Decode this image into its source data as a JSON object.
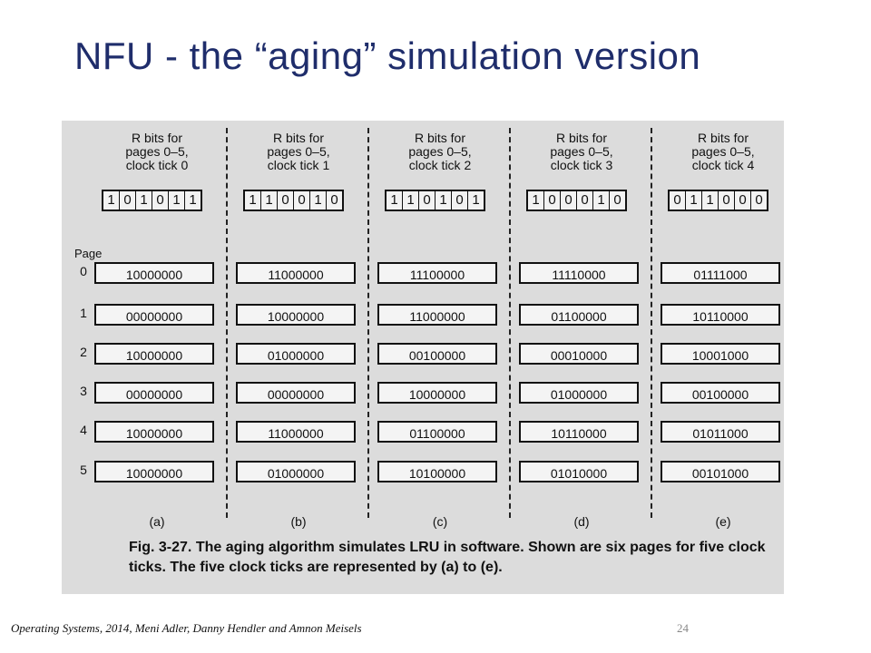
{
  "slide": {
    "title": "NFU - the “aging” simulation version",
    "footer": "Operating Systems, 2014, Meni Adler, Danny Hendler and Amnon Meisels",
    "page_number": "24"
  },
  "figure": {
    "page_header": "Page",
    "page_numbers": [
      "0",
      "1",
      "2",
      "3",
      "4",
      "5"
    ],
    "columns": [
      {
        "head": [
          "R bits for",
          "pages 0–5,",
          "clock tick 0"
        ],
        "rbits": [
          "1",
          "0",
          "1",
          "0",
          "1",
          "1"
        ],
        "counters": [
          "10000000",
          "00000000",
          "10000000",
          "00000000",
          "10000000",
          "10000000"
        ],
        "letter": "(a)"
      },
      {
        "head": [
          "R bits for",
          "pages 0–5,",
          "clock tick 1"
        ],
        "rbits": [
          "1",
          "1",
          "0",
          "0",
          "1",
          "0"
        ],
        "counters": [
          "11000000",
          "10000000",
          "01000000",
          "00000000",
          "11000000",
          "01000000"
        ],
        "letter": "(b)"
      },
      {
        "head": [
          "R bits for",
          "pages 0–5,",
          "clock tick 2"
        ],
        "rbits": [
          "1",
          "1",
          "0",
          "1",
          "0",
          "1"
        ],
        "counters": [
          "11100000",
          "11000000",
          "00100000",
          "10000000",
          "01100000",
          "10100000"
        ],
        "letter": "(c)"
      },
      {
        "head": [
          "R bits for",
          "pages 0–5,",
          "clock tick 3"
        ],
        "rbits": [
          "1",
          "0",
          "0",
          "0",
          "1",
          "0"
        ],
        "counters": [
          "11110000",
          "01100000",
          "00010000",
          "01000000",
          "10110000",
          "01010000"
        ],
        "letter": "(d)"
      },
      {
        "head": [
          "R bits for",
          "pages 0–5,",
          "clock tick 4"
        ],
        "rbits": [
          "0",
          "1",
          "1",
          "0",
          "0",
          "0"
        ],
        "counters": [
          "01111000",
          "10110000",
          "10001000",
          "00100000",
          "01011000",
          "00101000"
        ],
        "letter": "(e)"
      }
    ],
    "caption_label": "Fig. 3-27.",
    "caption_text": "The aging algorithm simulates LRU in software. Shown are six pages for five clock ticks. The five clock ticks are represented by (a) to (e)."
  }
}
